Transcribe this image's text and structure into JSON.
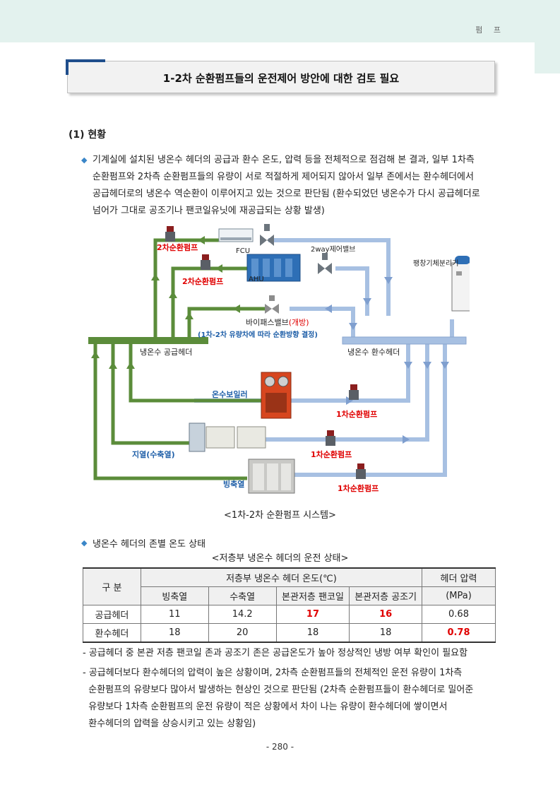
{
  "header": {
    "section": "펌 프"
  },
  "title": "1-2차 순환펌프들의 운전제어 방안에 대한 검토 필요",
  "section_heading": "(1) 현황",
  "paragraph": [
    "기계실에 설치된 냉온수 헤더의 공급과 환수 온도, 압력 등을 전체적으로 점검해 본 결과,  일부 1차측",
    "순환펌프와 2차측 순환펌프들의 유량이 서로 적절하게 제어되지 않아서 일부 존에서는 환수헤더에서",
    "공급헤더로의 냉온수 역순환이 이루어지고 있는 것으로 판단됨 (환수되었던 냉온수가 다시 공급헤더로",
    "넘어가 그대로 공조기나 팬코일유닛에 재공급되는 상황 발생)"
  ],
  "diagram": {
    "pump2_a": "2차순환펌프",
    "fcu": "FCU",
    "valve_2way": "2way제어밸브",
    "expansion": "팽창기체분리기",
    "pump2_b": "2차순환펌프",
    "ahu": "AHU",
    "bypass": "바이패스밸브",
    "bypass_open": "(개방)",
    "bypass_note": "(1차-2차 유량차에 따라 순환방향 결정)",
    "supply_header": "냉온수 공급헤더",
    "return_header": "냉온수 환수헤더",
    "boiler": "온수보일러",
    "pump1_a": "1차순환펌프",
    "geothermal": "지열(수축열)",
    "pump1_b": "1차순환펌프",
    "ice": "빙축열",
    "pump1_c": "1차순환펌프"
  },
  "figure_caption": "<1차-2차 순환펌프 시스템>",
  "bullet2": "냉온수 헤더의 존별 온도 상태",
  "table_caption": "<저층부 냉온수 헤더의 운전 상태>",
  "table": {
    "col_group": "구 분",
    "temp_group": "저층부 냉온수 헤더 온도(℃)",
    "pressure_group": "헤더 압력",
    "pressure_unit": "(MPa)",
    "sub_headers": [
      "빙축열",
      "수축열",
      "본관저층 팬코일",
      "본관저층 공조기"
    ],
    "rows": [
      {
        "label": "공급헤더",
        "values": [
          "11",
          "14.2",
          "17",
          "16",
          "0.68"
        ]
      },
      {
        "label": "환수헤더",
        "values": [
          "18",
          "20",
          "18",
          "18",
          "0.78"
        ]
      }
    ]
  },
  "notes": [
    [
      "- 공급헤더 중 본관 저층 팬코일 존과 공조기 존은 공급온도가 높아 정상적인 냉방 여부 확인이 필요함"
    ],
    [
      "- 공급헤더보다 환수헤더의 압력이 높은 상황이며, 2차측 순환펌프들의 전체적인 운전 유량이 1차측",
      "  순환펌프의 유량보다 많아서 발생하는 현상인 것으로 판단됨 (2차측 순환펌프들이 환수헤더로 밀어준",
      "  유량보다 1차측 순환펌프의 운전 유량이 적은 상황에서 차이 나는 유량이 환수헤더에 쌓이면서",
      "  환수헤더의 압력을 상승시키고 있는 상황임)"
    ]
  ],
  "page_number": "- 280 -",
  "colors": {
    "supply_pipe": "#5b8c3a",
    "return_pipe": "#a7c0e2",
    "accent": "#1f4e8c",
    "alert": "#e00000"
  }
}
